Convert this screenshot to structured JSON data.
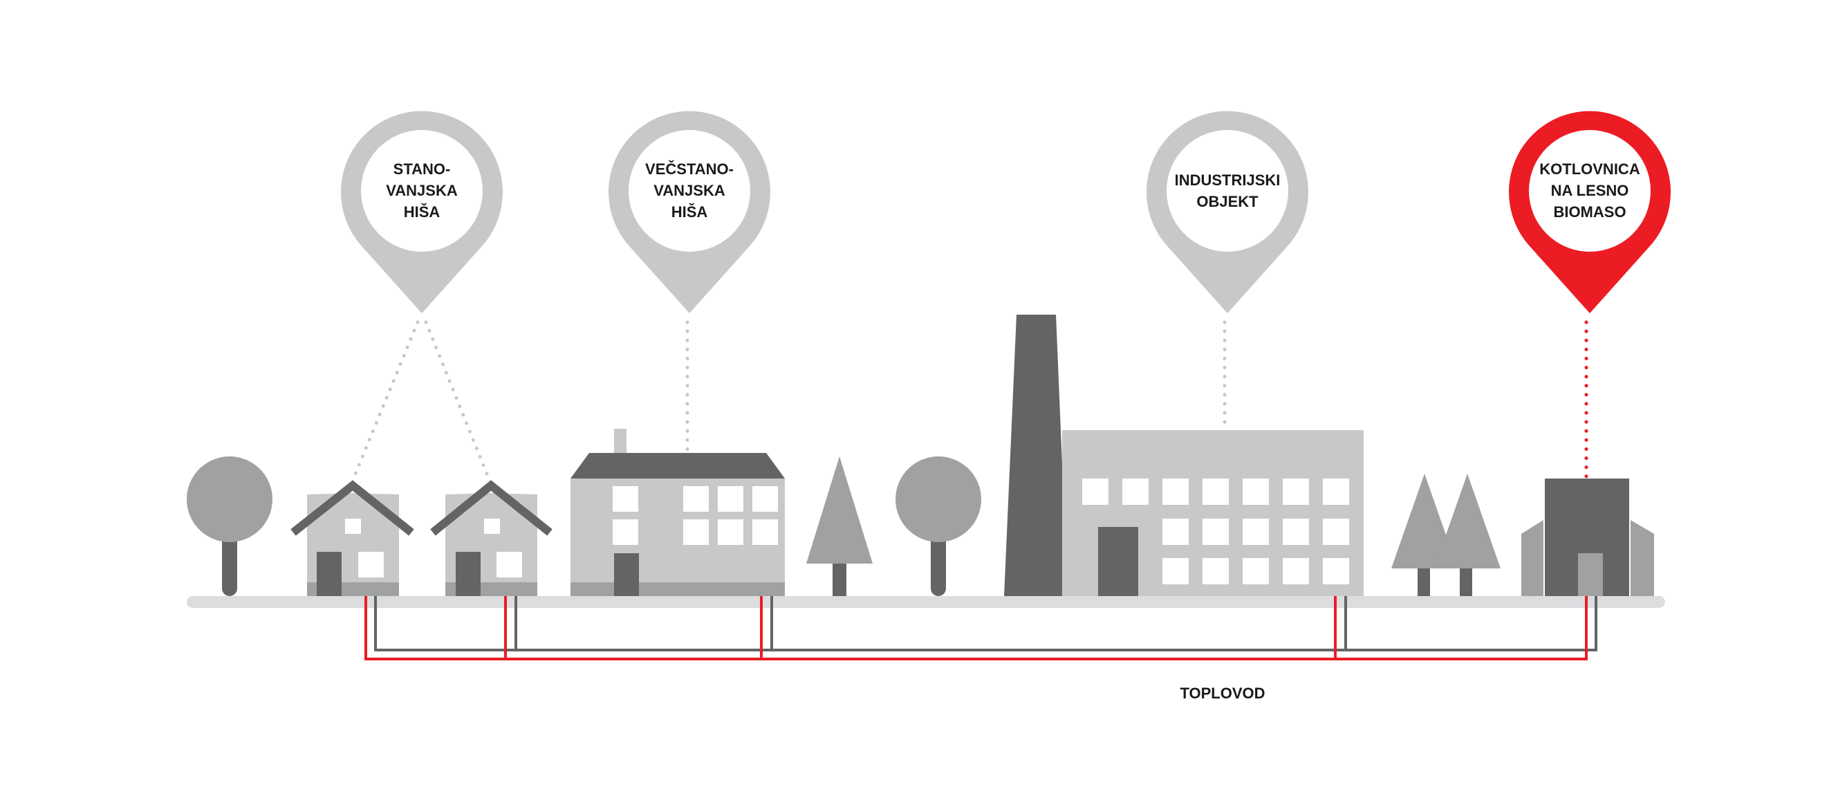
{
  "pins": [
    {
      "id": "residential-house",
      "lines": [
        "STANO-",
        "VANJSKA",
        "HIŠA"
      ]
    },
    {
      "id": "apartment-building",
      "lines": [
        "VEČSTANO-",
        "VANJSKA",
        "HIŠA"
      ]
    },
    {
      "id": "industrial-building",
      "lines": [
        "INDUSTRIJSKI",
        "OBJEKT"
      ]
    },
    {
      "id": "biomass-boiler",
      "lines": [
        "KOTLOVNICA",
        "NA LESNO",
        "BIOMASO"
      ]
    }
  ],
  "pipe_label": "TOPLOVOD",
  "colors": {
    "pin_gray": "#c7c8ca",
    "pin_red": "#ec1c24",
    "building_light": "#c7c8ca",
    "building_dark": "#636466",
    "tree_gray": "#a0a1a3",
    "ground": "#dcdddf",
    "pipe_red": "#ec1c24",
    "pipe_gray": "#636466",
    "window": "#ffffff"
  },
  "icons": [
    "tree-icon",
    "house-icon",
    "apartment-icon",
    "factory-icon",
    "chimney-icon",
    "boiler-house-icon",
    "map-pin-icon"
  ]
}
